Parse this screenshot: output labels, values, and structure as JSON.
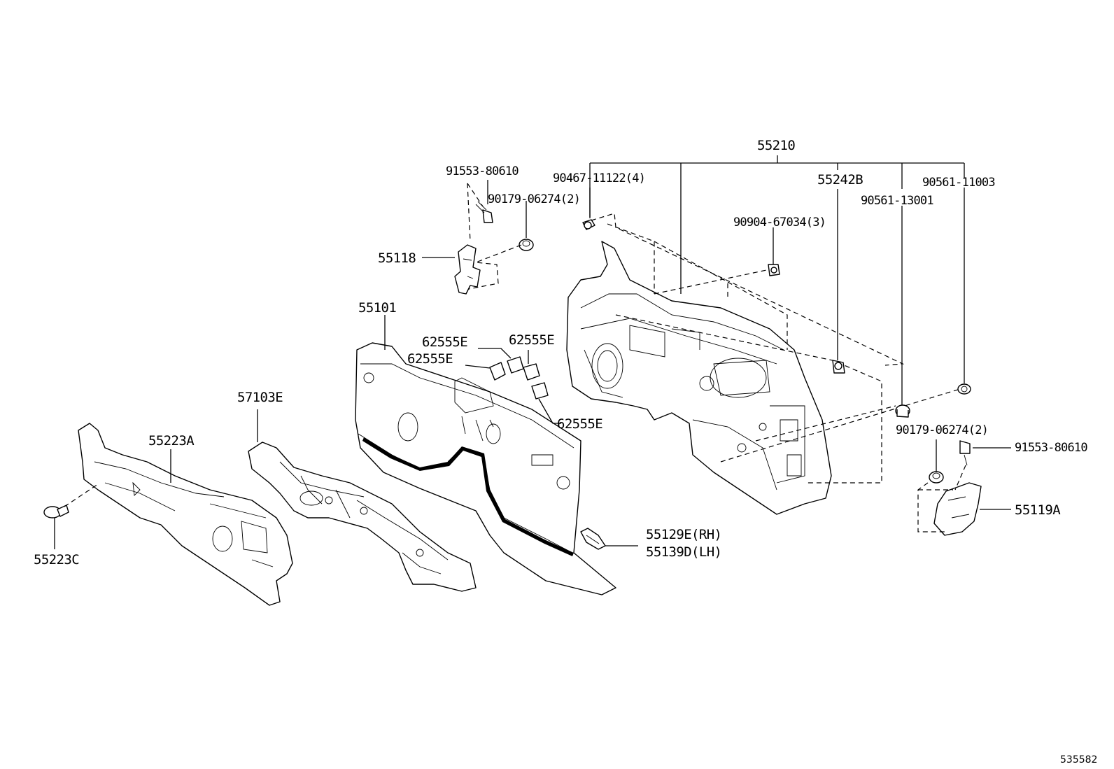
{
  "labels": {
    "p55210": "55210",
    "p91553_top": "91553-80610",
    "p90467": "90467-11122(4)",
    "p55242B": "55242B",
    "p90561_11003": "90561-11003",
    "p90179_top": "90179-06274(2)",
    "p90561_13001": "90561-13001",
    "p90904": "90904-67034(3)",
    "p55118": "55118",
    "p55101": "55101",
    "p62555E_1": "62555E",
    "p62555E_2": "62555E",
    "p62555E_3": "62555E",
    "p62555E_4": "62555E",
    "p57103E": "57103E",
    "p55223A": "55223A",
    "p55223C": "55223C",
    "p55129E": "55129E(RH)",
    "p55139D": "55139D(LH)",
    "p90179_right": "90179-06274(2)",
    "p91553_right": "91553-80610",
    "p55119A": "55119A"
  },
  "diagram_ref": "535582"
}
